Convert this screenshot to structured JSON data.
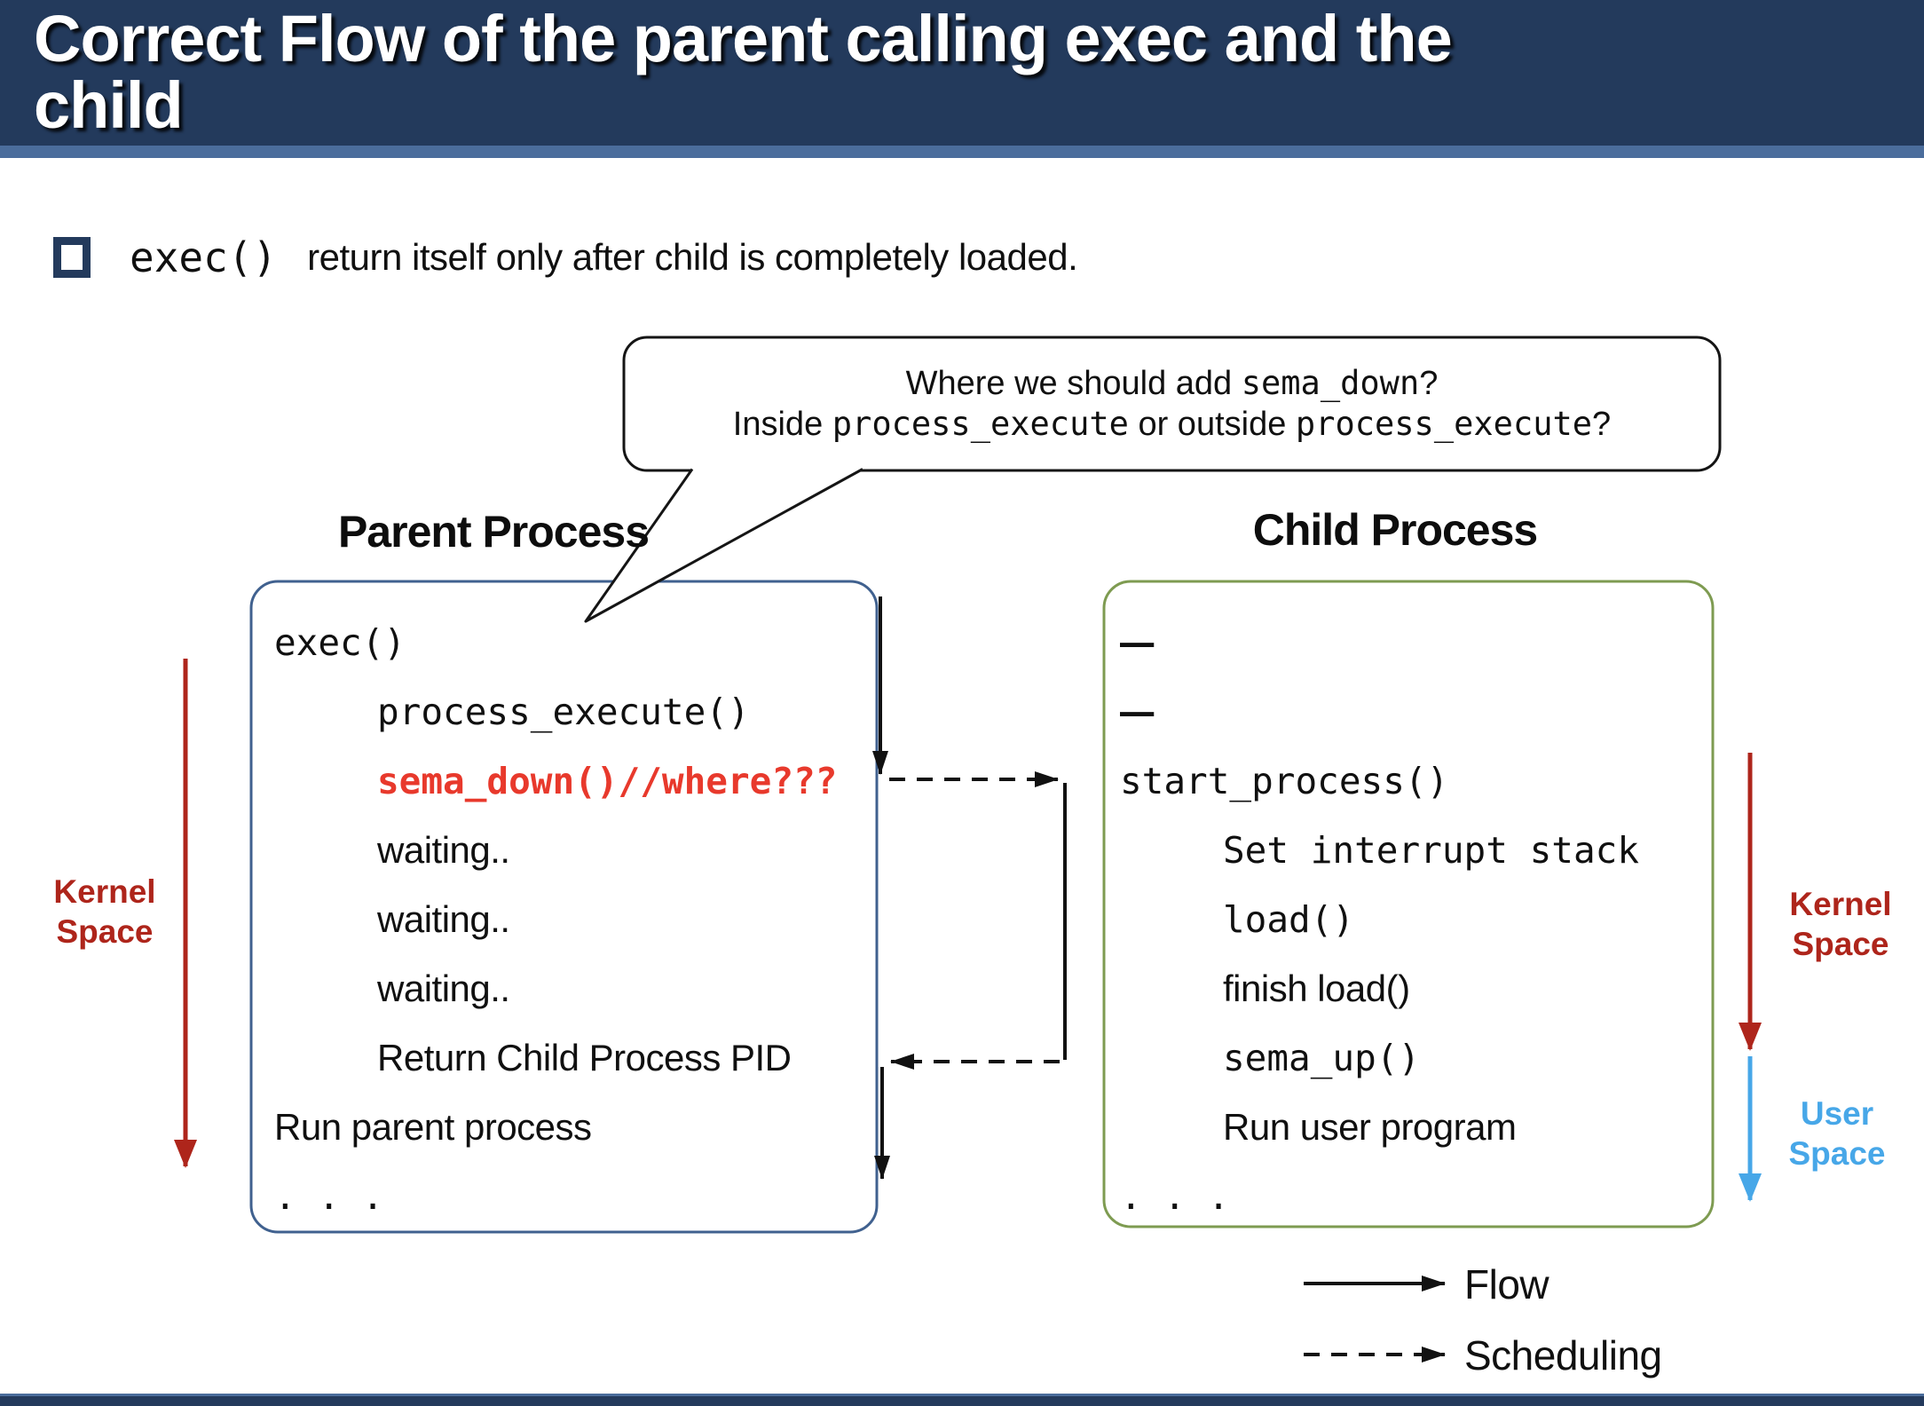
{
  "title": {
    "line1": "Correct Flow of the parent calling exec and the",
    "line2": "child"
  },
  "bullet": {
    "code": "exec()",
    "text": "return itself only after child is completely loaded."
  },
  "bubble": {
    "line1_pre": "Where we should add ",
    "line1_code": "sema_down",
    "line1_post": "?",
    "line2_pre": "Inside ",
    "line2_code1": "process_execute",
    "line2_mid": " or outside ",
    "line2_code2": "process_execute",
    "line2_post": "?"
  },
  "parent": {
    "heading": "Parent Process",
    "lines": [
      {
        "text": "exec()",
        "font": "mono",
        "indent": 0
      },
      {
        "text": "process_execute()",
        "font": "mono",
        "indent": 1
      },
      {
        "text": "sema_down()//where???",
        "font": "mono",
        "indent": 1,
        "red": true
      },
      {
        "text": "waiting..",
        "font": "sans",
        "indent": 1
      },
      {
        "text": "waiting..",
        "font": "sans",
        "indent": 1
      },
      {
        "text": "waiting..",
        "font": "sans",
        "indent": 1
      },
      {
        "text": "Return Child Process PID",
        "font": "sans",
        "indent": 1
      },
      {
        "text": "Run parent process",
        "font": "sans",
        "indent": 0
      },
      {
        "text": ". . .",
        "font": "mono",
        "indent": 0
      }
    ]
  },
  "child": {
    "heading": "Child Process",
    "lines": [
      {
        "text": "—",
        "font": "mono",
        "indent": 0,
        "dash": true
      },
      {
        "text": "—",
        "font": "mono",
        "indent": 0,
        "dash": true
      },
      {
        "text": "start_process()",
        "font": "mono",
        "indent": 0
      },
      {
        "text": "Set interrupt stack",
        "font": "mono",
        "indent": 1
      },
      {
        "text": "load()",
        "font": "mono",
        "indent": 1
      },
      {
        "text": "finish load()",
        "font": "sans",
        "indent": 1
      },
      {
        "text": "sema_up()",
        "font": "mono",
        "indent": 1
      },
      {
        "text": "Run user program",
        "font": "sans",
        "indent": 1
      },
      {
        "text": ". . .",
        "font": "mono",
        "indent": 0
      }
    ]
  },
  "labels": {
    "kernel_left": [
      "Kernel",
      "Space"
    ],
    "kernel_right": [
      "Kernel",
      "Space"
    ],
    "user_right": [
      "User",
      "Space"
    ]
  },
  "legend": {
    "flow": "Flow",
    "scheduling": "Scheduling"
  },
  "colors": {
    "title_bar": "#233A5C",
    "title_strip": "#4B6D9C",
    "parent_border": "#40618F",
    "child_border": "#7E9B51",
    "sema_down_red": "#E8392C",
    "kernel_red": "#AE251B",
    "user_blue": "#47A7E8"
  }
}
